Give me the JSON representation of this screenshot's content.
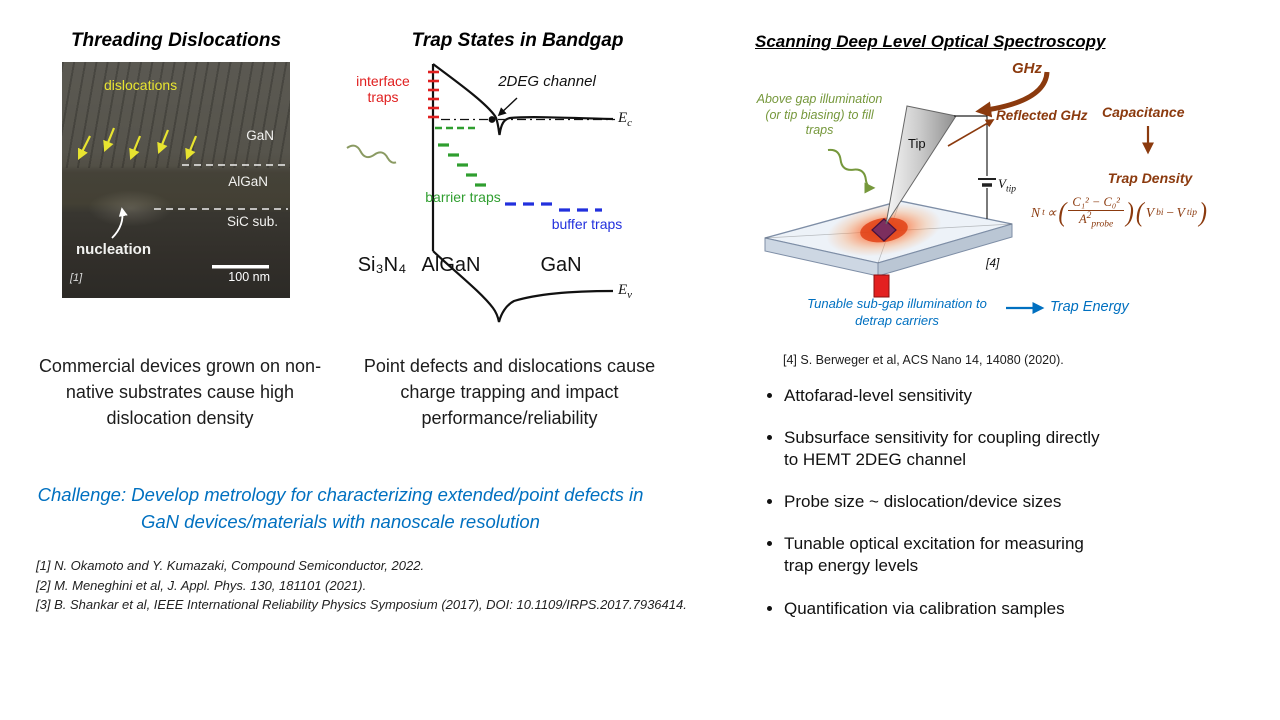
{
  "colors": {
    "rust": "#8B3A0E",
    "ppt_blue": "#0070C0",
    "trap_green": "#2f9e2f",
    "olive_green": "#76983C",
    "buffer_blue": "#2230dd",
    "label_yellow": "#e8e430",
    "trap_red": "#e02020"
  },
  "left_panel": {
    "title": "Threading Dislocations",
    "micrograph": {
      "dislocations_label": "dislocations",
      "layer_gan": "GaN",
      "layer_algan": "AlGaN",
      "layer_sic": "SiC sub.",
      "nucleation_label": "nucleation",
      "ref_tag": "[1]",
      "scale_bar": "100 nm"
    },
    "caption": "Commercial devices grown on non-native substrates cause high dislocation density"
  },
  "middle_panel": {
    "title": "Trap States in Bandgap",
    "diagram": {
      "interface_traps_label": "interface traps",
      "channel_label": "2DEG channel",
      "ec_base": "E",
      "ec_sub": "c",
      "ev_base": "E",
      "ev_sub": "v",
      "barrier_traps_label": "barrier traps",
      "buffer_traps_label": "buffer traps",
      "material_1": "Si₃N₄",
      "material_2": "AlGaN",
      "material_3": "GaN"
    },
    "caption": "Point defects and dislocations cause charge trapping and impact performance/reliability"
  },
  "challenge_text": "Challenge: Develop metrology for characterizing extended/point defects in GaN devices/materials with nanoscale resolution",
  "references": [
    "[1] N. Okamoto and Y. Kumazaki, Compound Semiconductor, 2022.",
    "[2] M. Meneghini et al, J. Appl. Phys. 130, 181101 (2021).",
    "[3] B. Shankar et al, IEEE International Reliability Physics Symposium (2017), DOI: 10.1109/IRPS.2017.7936414."
  ],
  "right_panel": {
    "title": "Scanning Deep Level Optical Spectroscopy",
    "diagram": {
      "ghz_label": "GHz",
      "reflected_label": "Reflected GHz",
      "capacitance_label": "Capacitance",
      "trap_density_label": "Trap Density",
      "above_gap_label": "Above gap illumination (or tip biasing) to fill traps",
      "tip_label": "Tip",
      "vtip_base": "V",
      "vtip_sub": "tip",
      "sample_ref": "[4]",
      "tunable_label": "Tunable sub-gap illumination to detrap carriers",
      "trap_energy_label": "Trap Energy",
      "formula": {
        "lhs_base": "N",
        "lhs_sub": "t",
        "propto": "∝",
        "open_paren": "(",
        "close_paren": ")",
        "num": "C₁² − C₀²",
        "den_base": "A",
        "den_sup": "2",
        "den_sub": "probe",
        "v1_base": "V",
        "v1_sub": "bi",
        "minus": "−",
        "v2_base": "V",
        "v2_sub": "tip"
      }
    },
    "citation": "[4] S. Berweger et al, ACS Nano 14, 14080 (2020).",
    "bullets": [
      "Attofarad-level sensitivity",
      "Subsurface sensitivity for coupling directly to HEMT 2DEG channel",
      "Probe size ~ dislocation/device sizes",
      "Tunable optical excitation for measuring trap energy levels",
      "Quantification via calibration samples"
    ]
  }
}
